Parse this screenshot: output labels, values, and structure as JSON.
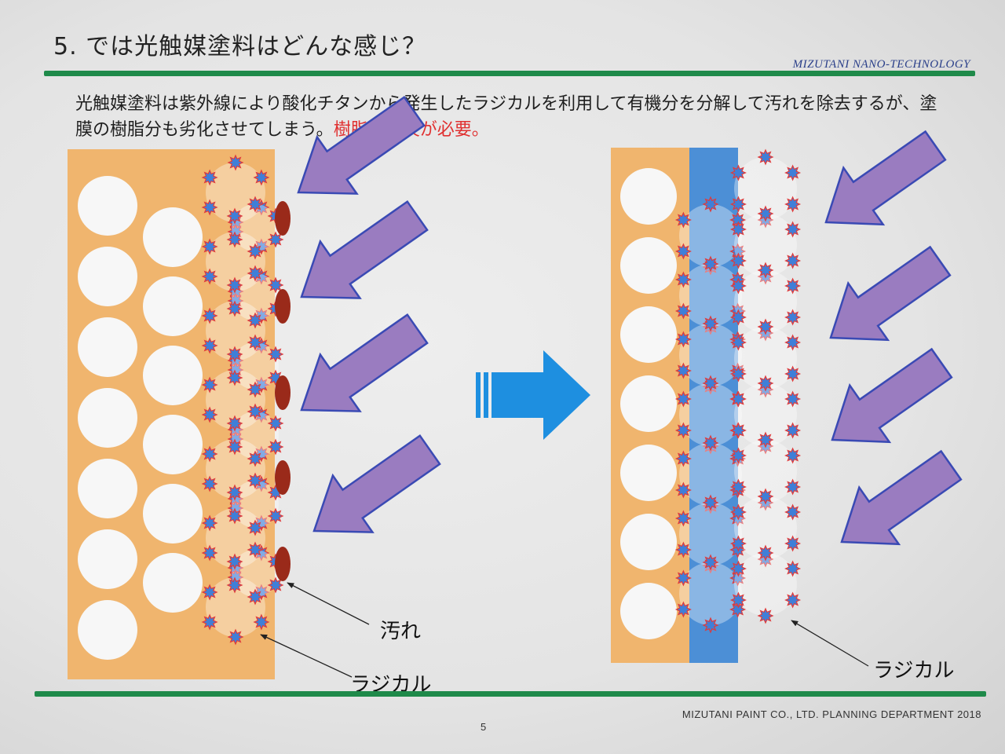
{
  "header": {
    "title": "5. では光触媒塗料はどんな感じ？",
    "brand": "MIZUTANI NANO-TECHNOLOGY"
  },
  "description": {
    "text": "光触媒塗料は紫外線により酸化チタンから発生したラジカルを利用して有機分を分解して汚れを除去するが、塗膜の樹脂分も劣化させてしまう。",
    "highlight": "樹脂に工夫が必要。"
  },
  "diagram": {
    "left_labels": {
      "dirt": "汚れ",
      "radical": "ラジカル"
    },
    "right_labels": {
      "radical": "ラジカル"
    },
    "colors": {
      "coating": "#f0b56e",
      "resin_layer": "#4c8fd6",
      "uv_arrow": "#9a7cc0",
      "uv_arrow_border": "#3a4ab4",
      "radical_star": "#3f7fd8",
      "radical_border": "#e03a3a",
      "dirt": "#9a2a1a",
      "transition_arrow": "#1e8fe0"
    }
  },
  "footer": {
    "page": "5",
    "department": "MIZUTANI PAINT CO., LTD.  PLANNING DEPARTMENT  2018"
  }
}
